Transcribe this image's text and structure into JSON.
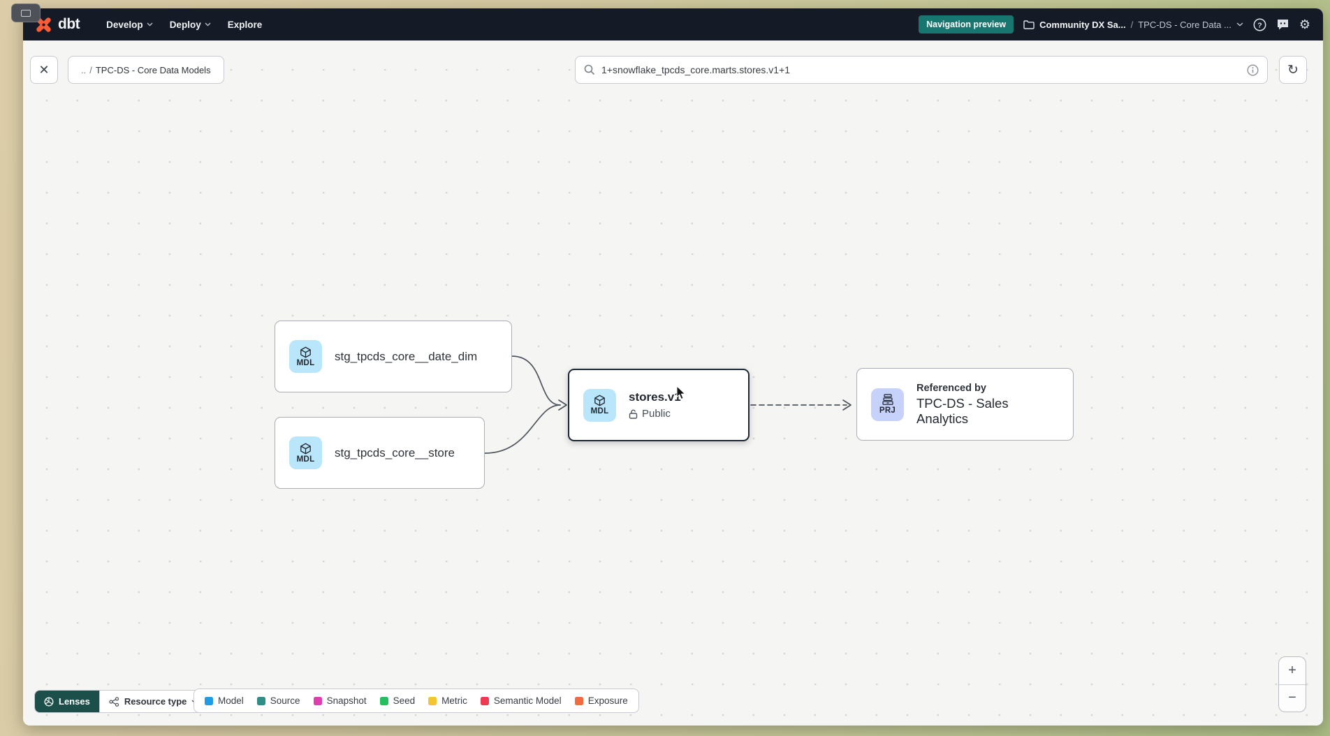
{
  "brand": {
    "logo_text": "dbt"
  },
  "navbar": {
    "menus": [
      {
        "label": "Develop"
      },
      {
        "label": "Deploy"
      },
      {
        "label": "Explore"
      }
    ],
    "preview_badge": "Navigation preview",
    "breadcrumb": {
      "project": "Community DX Sa...",
      "separator": "/",
      "section": "TPC-DS - Core Data ..."
    },
    "gear_glyph": "⚙"
  },
  "toolbar": {
    "close_glyph": "✕",
    "path_chip": {
      "prefix": "..",
      "separator": "/",
      "name": "TPC-DS - Core Data Models"
    },
    "search": {
      "value": "1+snowflake_tpcds_core.marts.stores.v1+1"
    },
    "refresh_glyph": "↻"
  },
  "graph": {
    "nodes": [
      {
        "badge": "MDL",
        "label": "stg_tpcds_core__date_dim"
      },
      {
        "badge": "MDL",
        "label": "stg_tpcds_core__store"
      },
      {
        "badge": "MDL",
        "label": "stores.v1",
        "access": "Public",
        "selected": true
      },
      {
        "badge": "PRJ",
        "title": "Referenced by",
        "label": "TPC-DS - Sales Analytics"
      }
    ]
  },
  "footer": {
    "lenses_label": "Lenses",
    "resource_type_label": "Resource type",
    "legend": [
      {
        "label": "Model",
        "color": "#1f9ce4"
      },
      {
        "label": "Source",
        "color": "#2f8f86"
      },
      {
        "label": "Snapshot",
        "color": "#df3eb0"
      },
      {
        "label": "Seed",
        "color": "#23bf5f"
      },
      {
        "label": "Metric",
        "color": "#f2c531"
      },
      {
        "label": "Semantic Model",
        "color": "#ee3950"
      },
      {
        "label": "Exposure",
        "color": "#f26a3f"
      }
    ]
  },
  "zoom_controls": {
    "zoom_in": "+",
    "zoom_out": "−"
  }
}
